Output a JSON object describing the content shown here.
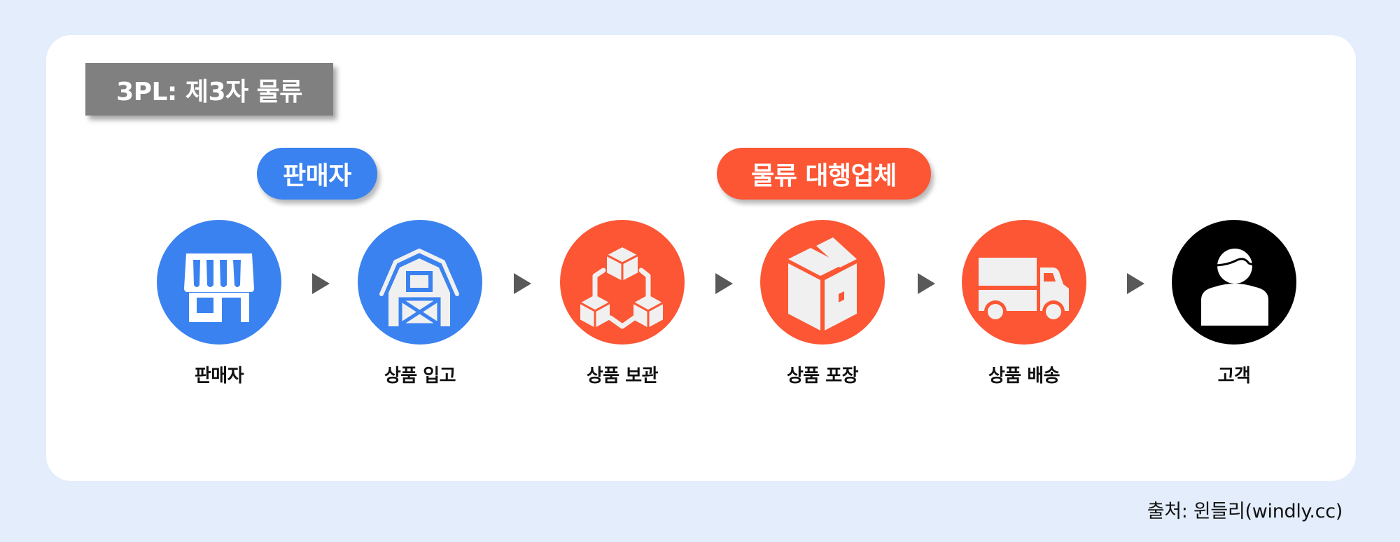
{
  "title": "3PL: 제3자 물류",
  "groups": {
    "seller": {
      "label": "판매자",
      "color": "#3A82F0"
    },
    "logistics": {
      "label": "물류 대행업체",
      "color": "#FC5634"
    }
  },
  "steps": [
    {
      "label": "판매자",
      "icon": "storefront-icon",
      "color": "#3A82F0"
    },
    {
      "label": "상품 입고",
      "icon": "warehouse-barn-icon",
      "color": "#3A82F0"
    },
    {
      "label": "상품 보관",
      "icon": "connected-boxes-icon",
      "color": "#FC5634"
    },
    {
      "label": "상품 포장",
      "icon": "package-box-icon",
      "color": "#FC5634"
    },
    {
      "label": "상품 배송",
      "icon": "delivery-truck-icon",
      "color": "#FC5634"
    },
    {
      "label": "고객",
      "icon": "customer-person-icon",
      "color": "#000000"
    }
  ],
  "arrow_icon": "play-triangle-icon",
  "source": "출처: 윈들리(windly.cc)",
  "colors": {
    "background": "#E3EDFB",
    "card": "#FFFFFF",
    "title_tag": "#808080",
    "arrow": "#595959",
    "glyph": "#F0F0F0"
  }
}
